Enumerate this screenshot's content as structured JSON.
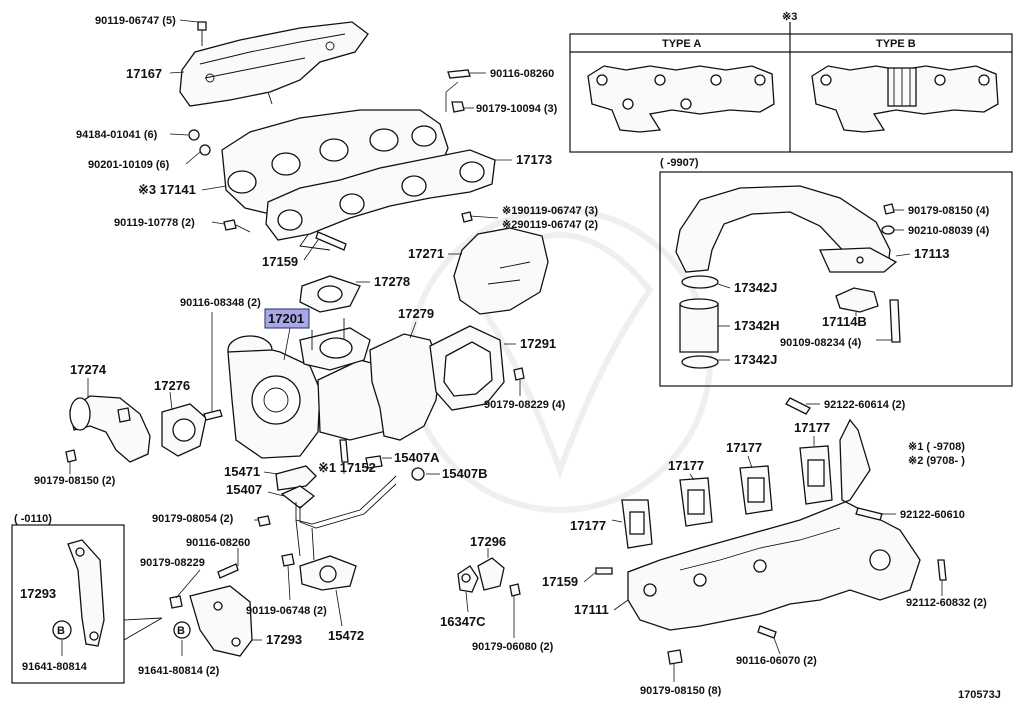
{
  "labels": {
    "p90119_06747_5": "90119-06747 (5)",
    "p17167": "17167",
    "p94184_01041_6": "94184-01041 (6)",
    "p90201_10109_6": "90201-10109 (6)",
    "p17141": "※3 17141",
    "p90119_10778_2": "90119-10778 (2)",
    "p17159_top": "17159",
    "p90116_08260_top": "90116-08260",
    "p90179_10094_3": "90179-10094 (3)",
    "p17173": "17173",
    "p1_90119_06747_3": "※190119-06747 (3)",
    "p2_90119_06747_2": "※290119-06747 (2)",
    "p17271": "17271",
    "p17278": "17278",
    "p90116_08348_2": "90116-08348 (2)",
    "p17201": "17201",
    "p17279": "17279",
    "p17291": "17291",
    "p17274": "17274",
    "p17276": "17276",
    "p90179_08229_4": "90179-08229 (4)",
    "p90179_08150_2_left": "90179-08150 (2)",
    "p15471": "15471",
    "p17152": "※1 17152",
    "p15407A": "15407A",
    "p15407B": "15407B",
    "p15407": "15407",
    "p90179_08054_2": "90179-08054 (2)",
    "p90116_08260_mid": "90116-08260",
    "p90179_08229": "90179-08229",
    "p90119_06748_2": "90119-06748 (2)",
    "p15472": "15472",
    "p17293": "17293",
    "p91641_80814_2": "91641-80814 (2)",
    "p17296": "17296",
    "p16347C": "16347C",
    "p90179_06080_2": "90179-06080 (2)",
    "inset_range": "(      -0110)",
    "inset_17293": "17293",
    "inset_91641": "91641-80814",
    "inset_B": "B",
    "main_B": "B",
    "note3": "※3",
    "type_a": "TYPE A",
    "type_b": "TYPE B",
    "pipe_range": "(      -9907)",
    "p90179_08150_4": "90179-08150 (4)",
    "p90210_08039_4": "90210-08039 (4)",
    "p17113": "17113",
    "p17342J_top": "17342J",
    "p17342H": "17342H",
    "p17342J_bot": "17342J",
    "p17114B": "17114B",
    "p90109_08234_4": "90109-08234 (4)",
    "p92122_60614_2": "92122-60614 (2)",
    "note1": "※1 (       -9708)",
    "note2": "※2 (9708-       )",
    "p17177_a": "17177",
    "p17177_b": "17177",
    "p17177_c": "17177",
    "p17177_d": "17177",
    "p92122_60610": "92122-60610",
    "p17159_bot": "17159",
    "p17111": "17111",
    "p92112_60832_2": "92112-60832 (2)",
    "p90116_06070_2": "90116-06070 (2)",
    "p90179_08150_8": "90179-08150 (8)",
    "ref": "170573J"
  },
  "highlight_color": "#a8a8e8"
}
